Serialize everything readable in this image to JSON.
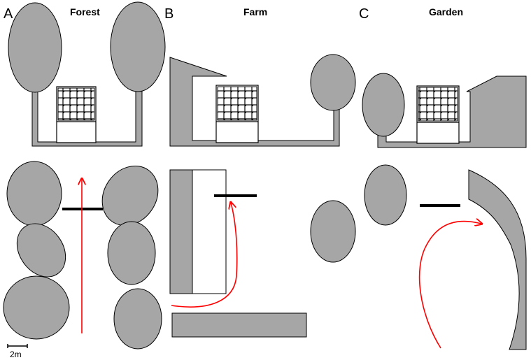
{
  "panels": {
    "a": {
      "letter": "A",
      "title": "Forest"
    },
    "b": {
      "letter": "B",
      "title": "Farm"
    },
    "c": {
      "letter": "C",
      "title": "Garden"
    }
  },
  "scale_bar": {
    "label": "2m"
  },
  "colors": {
    "fill": "#a6a6a6",
    "outline": "#000000",
    "route": "#ff0000",
    "background": "#ffffff"
  }
}
